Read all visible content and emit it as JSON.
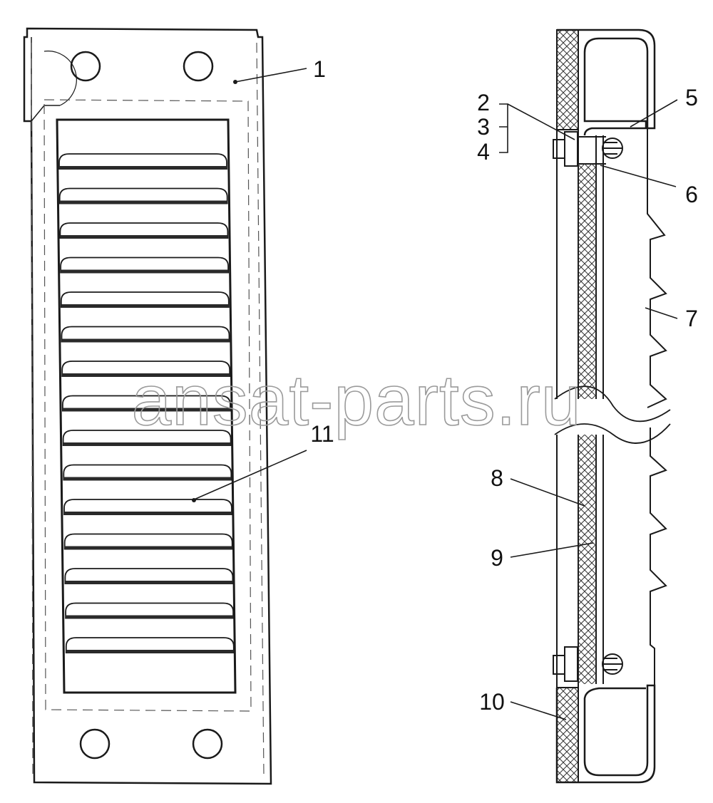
{
  "watermark": "ansat-parts.ru",
  "callouts": {
    "c1": "1",
    "c2": "2",
    "c3": "3",
    "c4": "4",
    "c5": "5",
    "c6": "6",
    "c7": "7",
    "c8": "8",
    "c9": "9",
    "c10": "10",
    "c11": "11"
  },
  "colors": {
    "line": "#1a1a1a",
    "hatch": "#333333",
    "watermark": "#9a9a9a"
  }
}
